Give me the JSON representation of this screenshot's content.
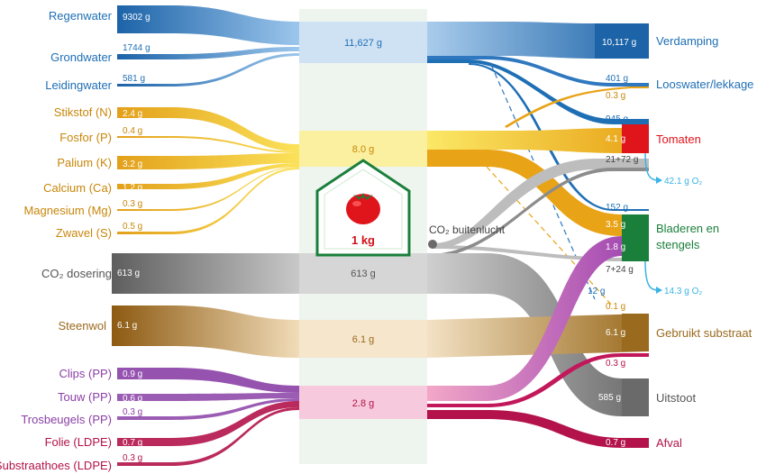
{
  "inputs": {
    "regenwater": {
      "label": "Regenwater",
      "value": "9302 g"
    },
    "grondwater": {
      "label": "Grondwater",
      "value": "1744 g"
    },
    "leidingwater": {
      "label": "Leidingwater",
      "value": "581 g"
    },
    "stikstof": {
      "label": "Stikstof (N)",
      "value": "2.4 g"
    },
    "fosfor": {
      "label": "Fosfor (P)",
      "value": "0.4 g"
    },
    "palium": {
      "label": "Palium (K)",
      "value": "3.2 g"
    },
    "calcium": {
      "label": "Calcium (Ca)",
      "value": "1.2 g"
    },
    "magnesium": {
      "label": "Magnesium (Mg)",
      "value": "0.3 g"
    },
    "zwavel": {
      "label": "Zwavel (S)",
      "value": "0.5 g"
    },
    "co2": {
      "label": "CO₂ dosering",
      "value": "613 g"
    },
    "steenwol": {
      "label": "Steenwol",
      "value": "6.1 g"
    },
    "clips": {
      "label": "Clips (PP)",
      "value": "0.9 g"
    },
    "touw": {
      "label": "Touw (PP)",
      "value": "0.6 g"
    },
    "trosbeugels": {
      "label": "Trosbeugels (PP)",
      "value": "0.3 g"
    },
    "folie": {
      "label": "Folie (LDPE)",
      "value": "0.7 g"
    },
    "substraathoes": {
      "label": "Substraathoes (LDPE)",
      "value": "0.3 g"
    }
  },
  "center": {
    "water": "11,627 g",
    "nutrients": "8.0 g",
    "co2": "613 g",
    "steenwol": "6.1 g",
    "plastics": "2.8 g",
    "product": "1 kg",
    "co2_outside": "CO₂ buitenlucht"
  },
  "outputs": {
    "verdamping": {
      "label": "Verdamping",
      "value": "10,117 g"
    },
    "looswater": {
      "label": "Looswater/lekkage",
      "value": "401 g",
      "value2": "0.3 g"
    },
    "tomaten": {
      "label": "Tomaten",
      "value_water": "945 g",
      "value_nutr": "4.1 g",
      "value_co2": "21+72 g",
      "o2": "42.1 g O₂"
    },
    "bladeren": {
      "label": "Bladeren en",
      "label2": "stengels",
      "value_water": "152 g",
      "value_nutr": "3.5 g",
      "value_plastic": "1.8 g",
      "value_co2": "7+24 g",
      "o2": "14.3 g O₂"
    },
    "substraat": {
      "label": "Gebruikt substraat",
      "value_water": "12 g",
      "value_nutr": "0.1 g",
      "value_main": "6.1 g",
      "value_plastic": "0.3 g"
    },
    "uitstoot": {
      "label": "Uitstoot",
      "value": "585 g"
    },
    "afval": {
      "label": "Afval",
      "value": "0.7 g"
    }
  },
  "colors": {
    "water": "#1f6fb5",
    "nutrients": "#e8a317",
    "co2": "#6f6f6f",
    "steenwol": "#9a6a1e",
    "plastic_pp": "#8a3fa6",
    "plastic_ldpe": "#b3134a",
    "tomaten": "#e0141b",
    "bladeren": "#1a7f3b",
    "o2": "#3ab4e6"
  }
}
